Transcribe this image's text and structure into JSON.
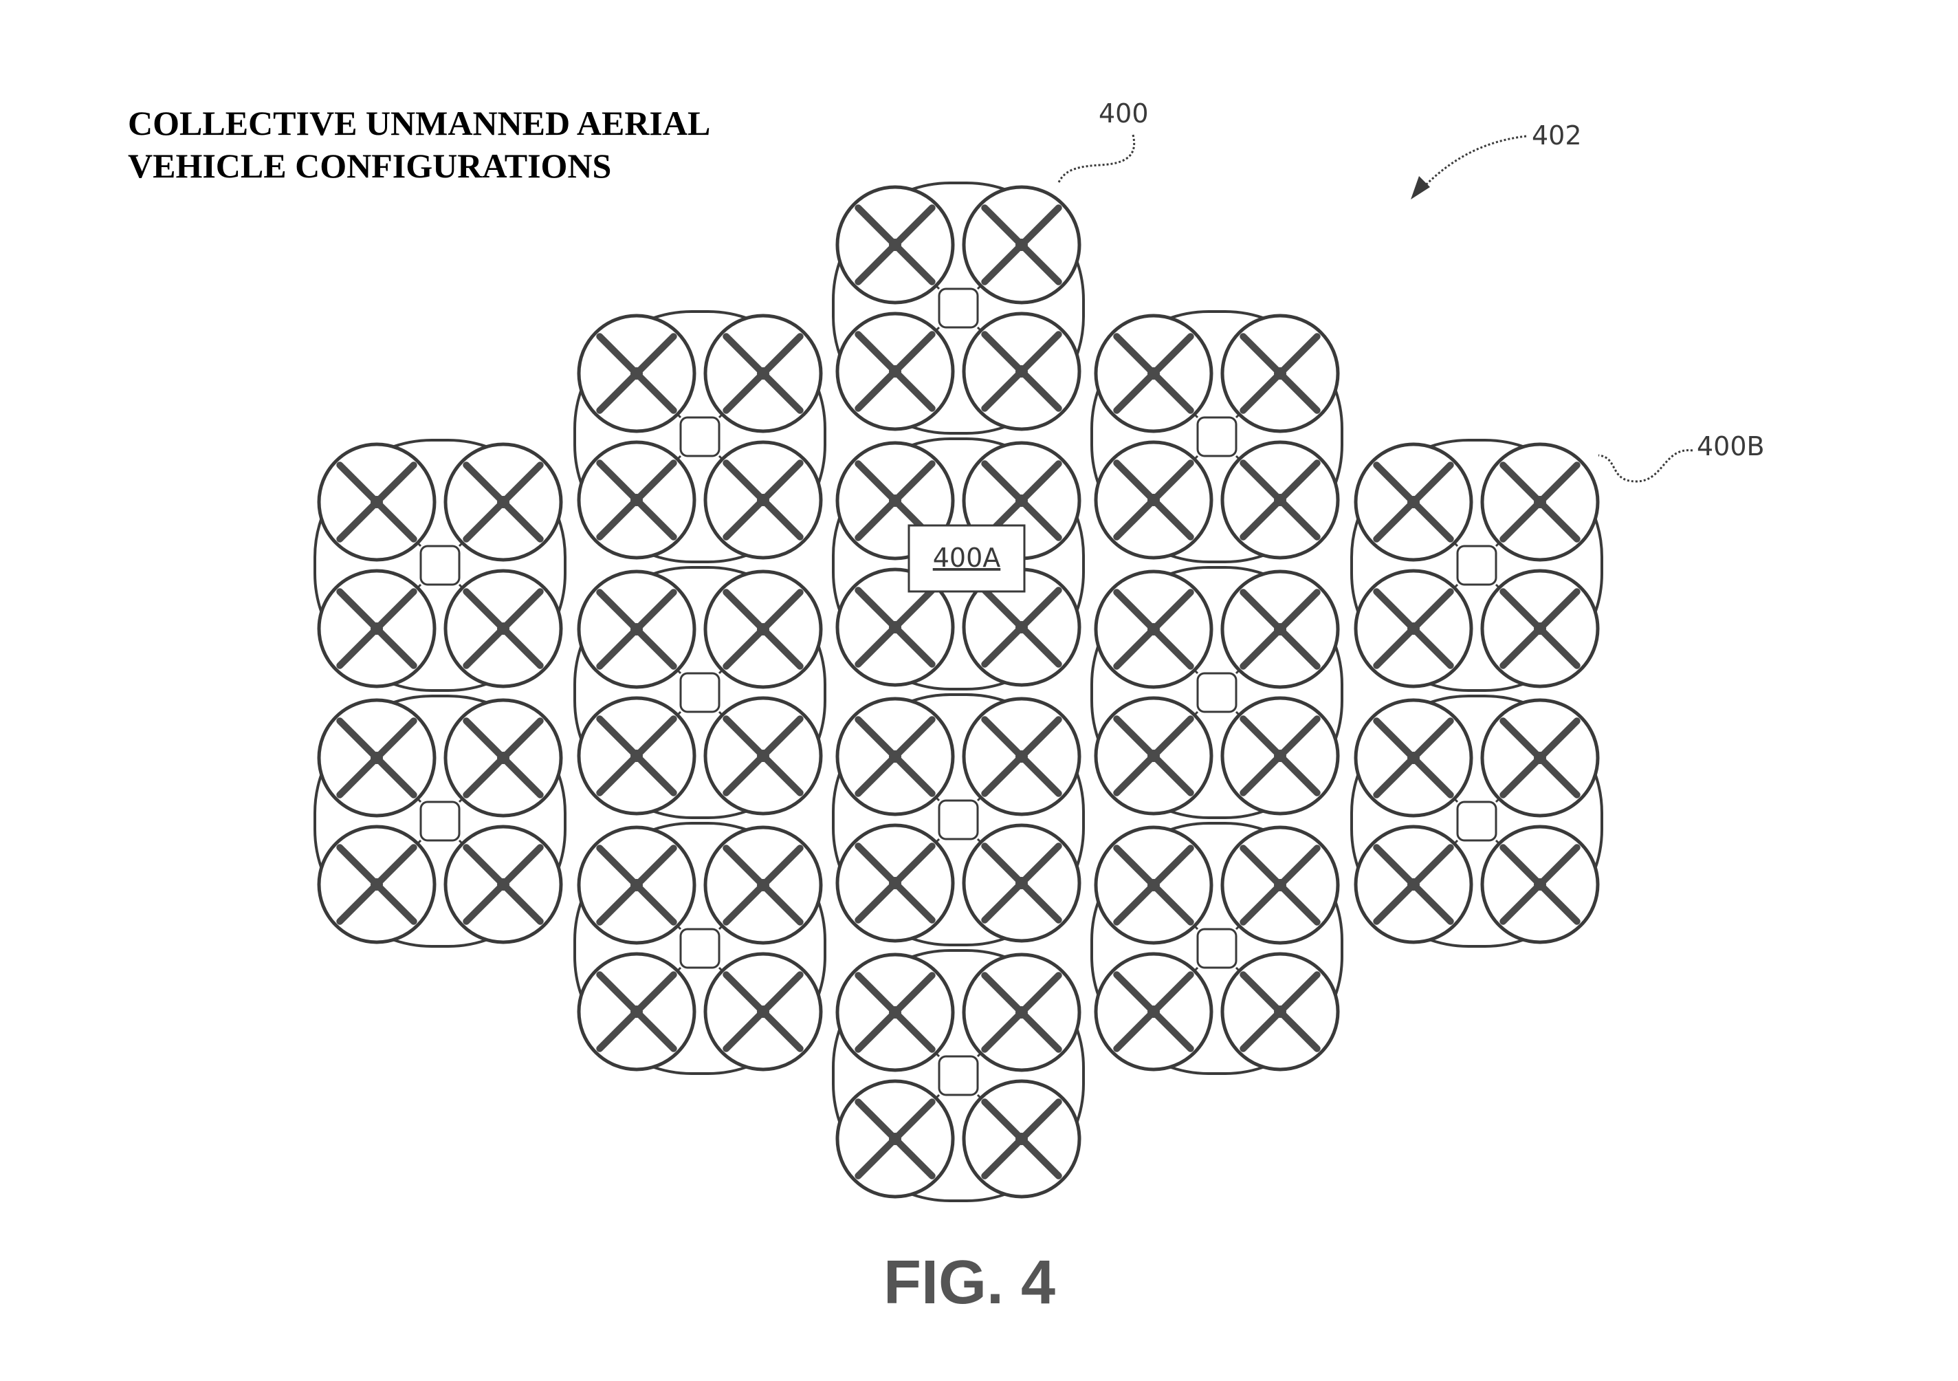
{
  "title_lines": [
    "COLLECTIVE UNMANNED AERIAL",
    "VEHICLE CONFIGURATIONS"
  ],
  "refs": {
    "uav": "400",
    "collective": "402",
    "uav_b": "400B",
    "uav_a": "400A"
  },
  "figure_label": "FIG. 4",
  "colors": {
    "line": "#3a3a3a",
    "arm": "#4a4a4a",
    "background": "#ffffff"
  },
  "layout_grid": {
    "columns": 5,
    "uavs_per_column": [
      2,
      3,
      4,
      3,
      2
    ],
    "rotors_per_uav": 4
  }
}
